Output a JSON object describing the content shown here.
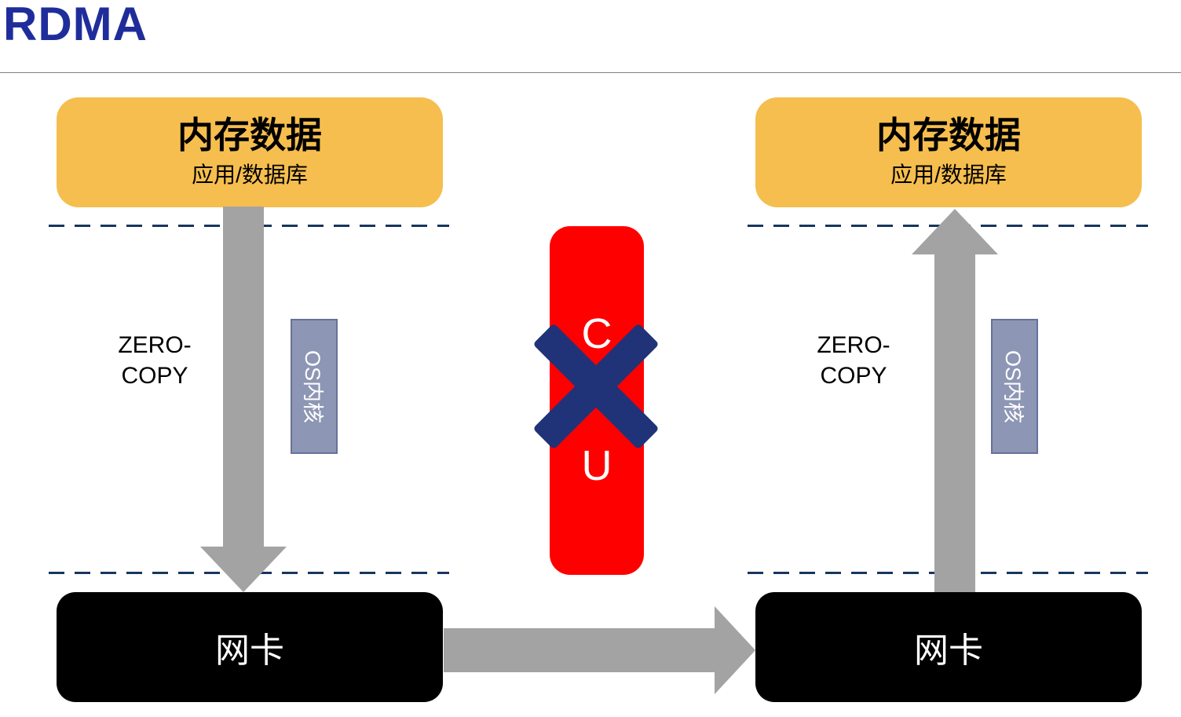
{
  "title": "RDMA",
  "colors": {
    "title_blue": "#1F2D9B",
    "memory_fill": "#F6BE4E",
    "arrow_gray": "#A3A3A3",
    "os_fill": "#8D96B4",
    "os_border": "#66719B",
    "cpu_red": "#FF0000",
    "x_navy": "#203278",
    "nic_black": "#000000",
    "dash_navy": "#17365D",
    "divider_gray": "#7F7F7F"
  },
  "left": {
    "memory_title": "内存数据",
    "memory_subtitle": "应用/数据库",
    "zero_copy": "ZERO-\nCOPY",
    "os_kernel": "OS内核",
    "nic_label": "网卡"
  },
  "right": {
    "memory_title": "内存数据",
    "memory_subtitle": "应用/数据库",
    "zero_copy": "ZERO-\nCOPY",
    "os_kernel": "OS内核",
    "nic_label": "网卡"
  },
  "cpu": {
    "label": "C\nP\nU"
  }
}
